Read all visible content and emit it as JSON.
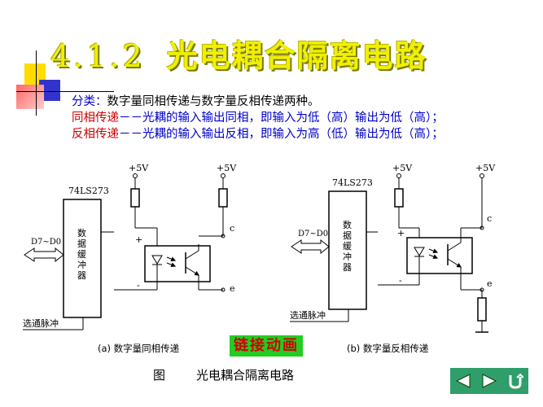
{
  "title": {
    "number": "4.1.2",
    "text": "光电耦合隔离电路"
  },
  "lines": [
    {
      "key": "分类：",
      "rest": "数字量同相传递与数字量反相传递两种。"
    },
    {
      "key": "同相传递",
      "rest": "－－光耦的输入输出同相，即输入为低（高）输出为低（高）；"
    },
    {
      "key": "反相传递",
      "rest": "－－光耦的输入输出反相，即输入为高（低）输出为低（高）；"
    }
  ],
  "diagram_a": {
    "chip": "74LS273",
    "buffer_chars": [
      "数",
      "据",
      "缓",
      "冲",
      "器"
    ],
    "bus": "D7~D0",
    "strobe": "选通脉冲",
    "vcc1": "+5V",
    "vcc2": "+5V",
    "plus": "+",
    "minus": "-",
    "c": "c",
    "e": "e",
    "caption": "(a) 数字量同相传递"
  },
  "diagram_b": {
    "chip": "74LS273",
    "buffer_chars": [
      "数",
      "据",
      "缓",
      "冲",
      "器"
    ],
    "bus": "D7~D0",
    "strobe": "选通脉冲",
    "vcc1": "+5V",
    "vcc2": "+5V",
    "plus": "+",
    "minus": "-",
    "c": "c",
    "e": "e",
    "caption": "(b) 数字量反相传递"
  },
  "link_button": "链接动画",
  "figure_caption": {
    "prefix": "图",
    "text": "光电耦合隔离电路"
  },
  "colors": {
    "title": "#f0f000",
    "blue": "#0000cc",
    "red": "#cc0000",
    "link_bg": "#22cc22",
    "nav_bg": "#2f9e6a"
  },
  "nav": {
    "icons": [
      "prev-icon",
      "next-icon",
      "return-icon"
    ]
  }
}
